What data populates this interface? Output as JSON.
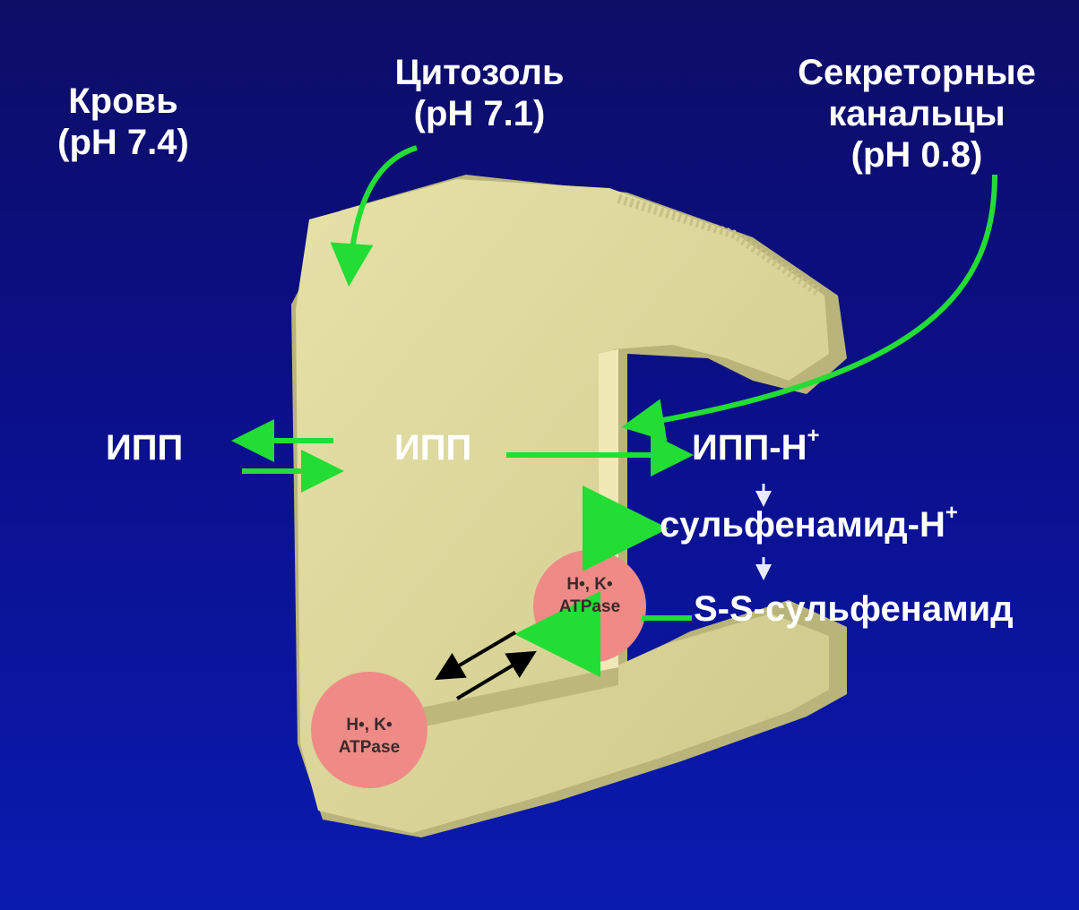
{
  "labels": {
    "blood": {
      "line1": "Кровь",
      "line2": "(pH 7.4)"
    },
    "cytosol": {
      "line1": "Цитозоль",
      "line2": "(pH 7.1)"
    },
    "canaliculi": {
      "line1": "Секреторные",
      "line2": "канальцы",
      "line3": "(pH 0.8)"
    },
    "ipp_blood": "ИПП",
    "ipp_cytosol": "ИПП",
    "ipp_h": {
      "text": "ИПП-Н",
      "sup": "+"
    },
    "sulfenamide_h": {
      "text": "сульфенамид-Н",
      "sup": "+"
    },
    "ss_sulfenamide": "S-S-сульфенамид"
  },
  "enzymes": {
    "top": {
      "line1": "H•, K•",
      "line2": "ATPase"
    },
    "bottom": {
      "line1": "H•, K•",
      "line2": "ATPase"
    }
  },
  "colors": {
    "background": "#0b0f8a",
    "cell": "#dcd79a",
    "cell_shadow": "#b9b47a",
    "arrow_green": "#22dd33",
    "enzyme": "#ef8a86",
    "text": "#ffffff"
  }
}
